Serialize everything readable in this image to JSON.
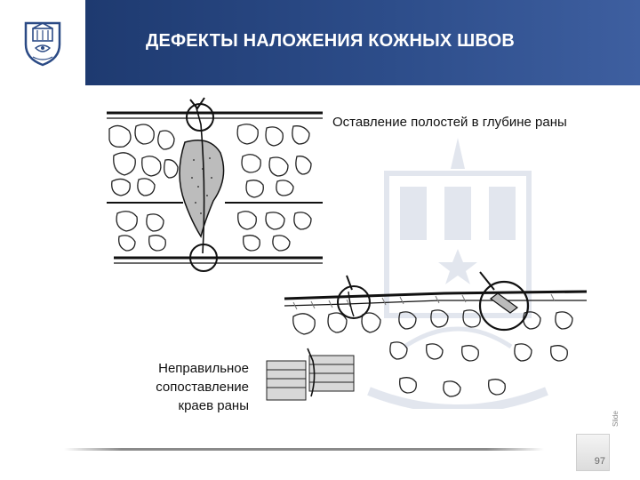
{
  "header": {
    "title": "ДЕФЕКТЫ НАЛОЖЕНИЯ КОЖНЫХ ШВОВ",
    "logo_icon": "university-crest-icon",
    "bar_color": "#2b4a85"
  },
  "figures": [
    {
      "caption": "Оставление полостей в глубине раны",
      "icon": "suture-cavity-diagram"
    },
    {
      "caption": "Неправильное сопоставление краев раны",
      "icon": "suture-misalignment-diagram"
    }
  ],
  "footer": {
    "page_number": "97",
    "slide_label": "Slide"
  }
}
